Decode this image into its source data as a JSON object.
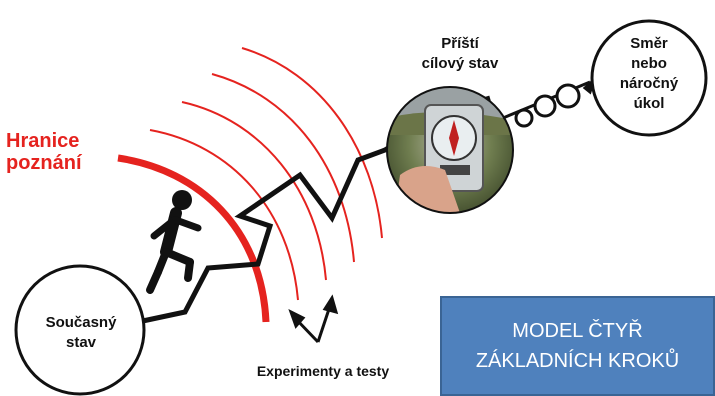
{
  "frontier_label": [
    "Hranice",
    "poznání"
  ],
  "current_state_label": [
    "Současný",
    "stav"
  ],
  "next_target_label": [
    "Příští",
    "cílový stav"
  ],
  "direction_label": [
    "Směr",
    "nebo",
    "náročný",
    "úkol"
  ],
  "experiments_label": "Experimenty a testy",
  "model_box": {
    "line1": "MODEL ČTYŘ",
    "line2": "ZÁKLADNÍCH KROKŮ"
  },
  "colors": {
    "frontier": "#e5231f",
    "path": "#111111",
    "model_box": "#4f81bd",
    "model_text": "#ffffff"
  },
  "icons": [
    "runner-figure",
    "compass-photo",
    "bubble-chain"
  ]
}
